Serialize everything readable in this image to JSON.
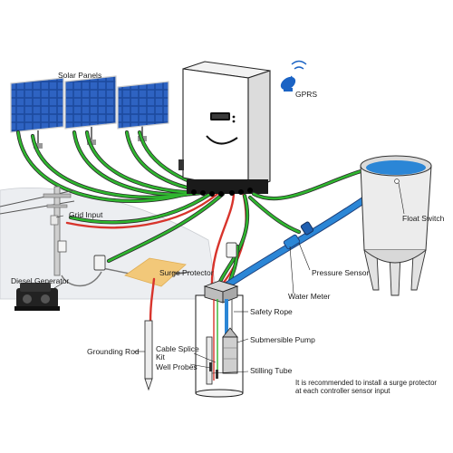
{
  "labels": {
    "solar_panels": "Solar Panels",
    "gprs": "GPRS",
    "grid_input": "Grid Input",
    "diesel_generator": "Diesel Generator",
    "surge_protector": "Surge Protector",
    "pressure_sensor": "Pressure Sensor",
    "water_meter": "Water Meter",
    "float_switch": "Float Switch",
    "safety_rope": "Safety Rope",
    "submersible_pump": "Submersible Pump",
    "cable_splice_kit_line1": "Cable Splice",
    "cable_splice_kit_line2": "Kit",
    "well_probes": "Well Probes",
    "stilling_tube": "Stilling Tube",
    "grounding_rod": "Grounding Rod"
  },
  "note": {
    "line1": "It is recommended to install a surge protector",
    "line2": "at each controller sensor input"
  },
  "colors": {
    "solar_wire": "#2fb62f",
    "power_wire": "#d8342c",
    "water_pipe": "#2b86d6",
    "surge_protector": "#f2c879",
    "tank_water": "#2b86d6"
  },
  "icons": [
    "solar-panel-icon",
    "inverter-icon",
    "satellite-dish-icon",
    "utility-pole-icon",
    "generator-icon",
    "water-tank-icon",
    "submersible-pump-icon",
    "grounding-rod-icon"
  ]
}
